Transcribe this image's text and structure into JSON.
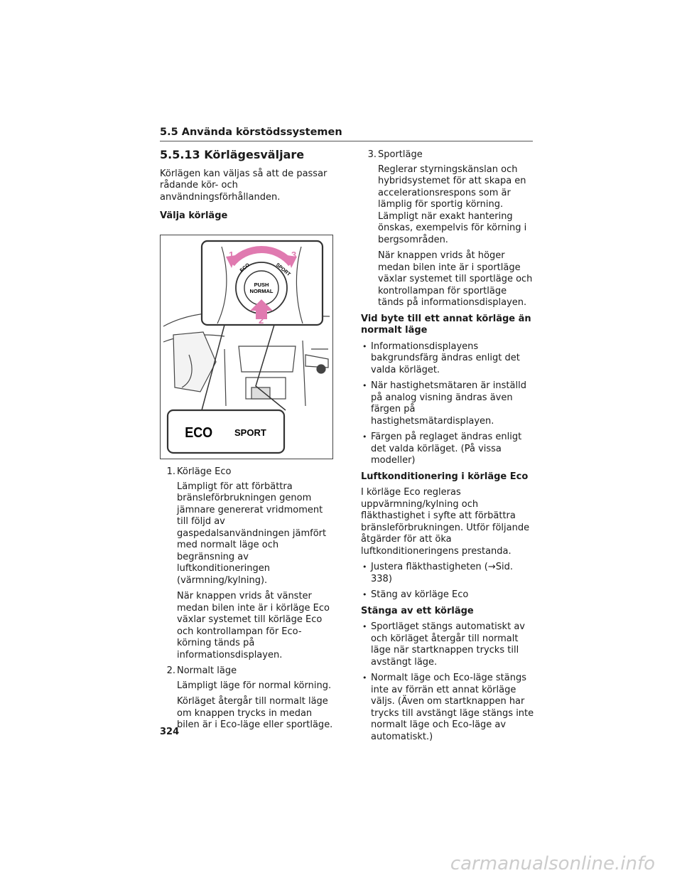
{
  "header": {
    "section": "5.5 Använda körstödssystemen"
  },
  "left": {
    "title": "5.5.13  Körlägesväljare",
    "intro": "Körlägen kan väljas så att de passar rådande kör- och användningsförhållanden.",
    "subheading": "Välja körläge",
    "figure": {
      "labels": {
        "n1": "1",
        "n2": "2",
        "n3": "3",
        "eco": "ECO",
        "sport": "SPORT",
        "push": "PUSH",
        "normal": "NORMAL"
      },
      "indicators": {
        "eco": "ECO",
        "sport": "SPORT"
      },
      "colors": {
        "arrow": "#e07ab0",
        "frame": "#333333"
      }
    },
    "items": [
      {
        "num": "1.",
        "label": "Körläge Eco",
        "paras": [
          "Lämpligt för att förbättra bränsleförbrukningen genom jämnare genererat vridmoment till följd av gaspedalsanvändningen jämfört med normalt läge och begränsning av luftkonditioneringen (värmning/kylning).",
          "När knappen vrids åt vänster medan bilen inte är i körläge Eco växlar systemet till körläge Eco och kontrollampan för Eco-körning tänds på informationsdisplayen."
        ]
      },
      {
        "num": "2.",
        "label": "Normalt läge",
        "paras": [
          "Lämpligt läge för normal körning.",
          "Körläget återgår till normalt läge om knappen trycks in medan bilen är i Eco-läge eller sportläge."
        ]
      }
    ]
  },
  "right": {
    "item3": {
      "num": "3.",
      "label": "Sportläge",
      "paras": [
        "Reglerar styrningskänslan och hybridsystemet för att skapa en accelerationsrespons som är lämplig för sportig körning. Lämpligt när exakt hantering önskas, exempelvis för körning i bergsområden.",
        "När knappen vrids åt höger medan bilen inte är i sportläge växlar systemet till sportläge och kontrollampan för sportläge tänds på informationsdisplayen."
      ]
    },
    "change_heading": "Vid byte till ett annat körläge än normalt läge",
    "change_bullets": [
      "Informationsdisplayens bakgrundsfärg ändras enligt det valda körläget.",
      "När hastighetsmätaren är inställd på analog visning ändras även färgen på hastighetsmätardisplayen.",
      "Färgen på reglaget ändras enligt det valda körläget. (På vissa modeller)"
    ],
    "ac_heading": "Luftkonditionering i körläge Eco",
    "ac_para": "I körläge Eco regleras uppvärmning/kylning och fläkthastighet i syfte att förbättra bränsleförbrukningen. Utför följande åtgärder för att öka luftkonditioneringens prestanda.",
    "ac_bullets": [
      "Justera fläkthastigheten (→Sid. 338)",
      "Stäng av körläge Eco"
    ],
    "off_heading": "Stänga av ett körläge",
    "off_bullets": [
      "Sportläget stängs automatiskt av och körläget återgår till normalt läge när startknappen trycks till avstängt läge.",
      "Normalt läge och Eco-läge stängs inte av förrän ett annat körläge väljs. (Även om startknappen har trycks till avstängt läge stängs inte normalt läge och Eco-läge av automatiskt.)"
    ]
  },
  "footer": {
    "page": "324",
    "watermark": "carmanualsonline.info"
  }
}
